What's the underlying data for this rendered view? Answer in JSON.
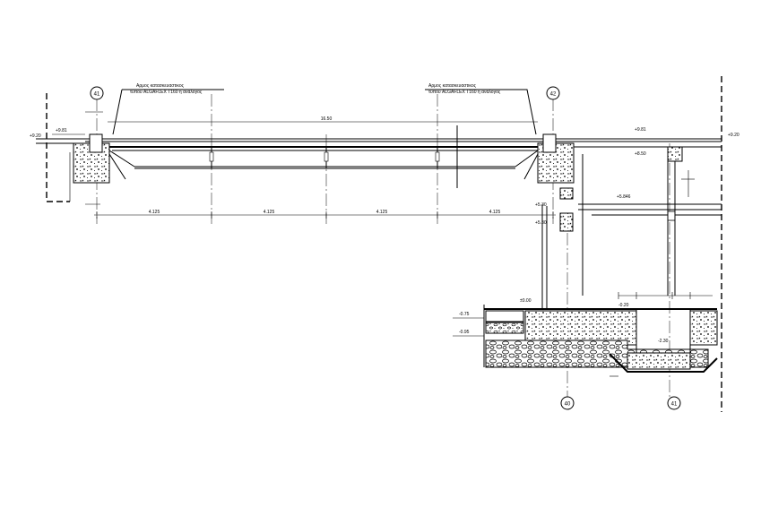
{
  "annotations": {
    "joint_left_line1": "Αρμος κατασκευαστικος",
    "joint_left_line2": "τυπου  ALGAFLEX T160 ή αναλογος",
    "joint_right_line1": "Αρμος κατασκευαστικος",
    "joint_right_line2": "τυπου  ALGAFLEX T160 ή αναλογος"
  },
  "axes": {
    "a1": "41",
    "a2": "42",
    "a3": "40",
    "a4": "41"
  },
  "levels": {
    "left_920": "+9.20",
    "left_981": "+9.81",
    "right_981": "+9.81",
    "right_920": "+9.20",
    "right_850": "+8.50",
    "mid_5846": "+5.846",
    "mid_530": "+5.30",
    "mid_530b": "+5.30",
    "ground_000": "±0.00",
    "ground_m075": "-0.75",
    "ground_m095": "-0.95",
    "pit_m020": "-0.20",
    "pit_m230": "-2.30"
  },
  "dimensions": {
    "top_span": "16.50",
    "seg1": "4.125",
    "seg2": "4.125",
    "seg3": "4.125",
    "seg4": "4.125"
  }
}
